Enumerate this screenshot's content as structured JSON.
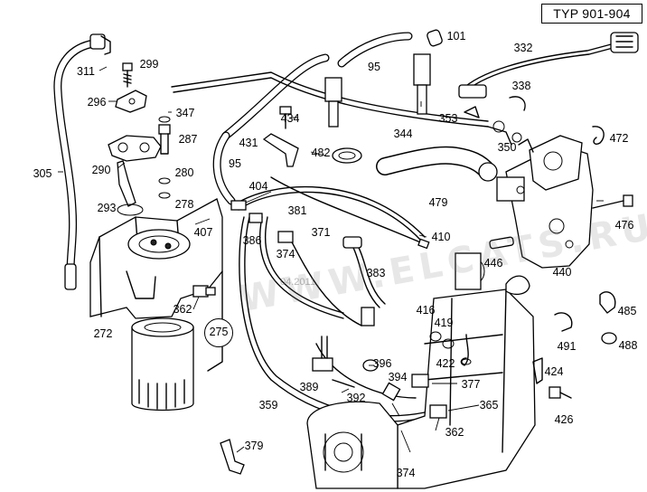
{
  "header": {
    "typ_label": "TYP 901-904"
  },
  "watermark": {
    "text": "WWW.ELCATS.RU",
    "date": "04.2011"
  },
  "callouts": [
    {
      "id": "311",
      "text": "311"
    },
    {
      "id": "299",
      "text": "299"
    },
    {
      "id": "296",
      "text": "296"
    },
    {
      "id": "347",
      "text": "347"
    },
    {
      "id": "287",
      "text": "287"
    },
    {
      "id": "290",
      "text": "290"
    },
    {
      "id": "305",
      "text": "305"
    },
    {
      "id": "280",
      "text": "280"
    },
    {
      "id": "278",
      "text": "278"
    },
    {
      "id": "293",
      "text": "293"
    },
    {
      "id": "407",
      "text": "407"
    },
    {
      "id": "272",
      "text": "272"
    },
    {
      "id": "362a",
      "text": "362"
    },
    {
      "id": "275",
      "text": "275"
    },
    {
      "id": "359",
      "text": "359"
    },
    {
      "id": "379",
      "text": "379"
    },
    {
      "id": "95a",
      "text": "95"
    },
    {
      "id": "95b",
      "text": "95"
    },
    {
      "id": "101",
      "text": "101"
    },
    {
      "id": "332",
      "text": "332"
    },
    {
      "id": "338",
      "text": "338"
    },
    {
      "id": "434",
      "text": "434"
    },
    {
      "id": "431",
      "text": "431"
    },
    {
      "id": "482",
      "text": "482"
    },
    {
      "id": "344",
      "text": "344"
    },
    {
      "id": "353",
      "text": "353"
    },
    {
      "id": "350",
      "text": "350"
    },
    {
      "id": "472",
      "text": "472"
    },
    {
      "id": "404",
      "text": "404"
    },
    {
      "id": "381",
      "text": "381"
    },
    {
      "id": "386",
      "text": "386"
    },
    {
      "id": "374a",
      "text": "374"
    },
    {
      "id": "371",
      "text": "371"
    },
    {
      "id": "479",
      "text": "479"
    },
    {
      "id": "410",
      "text": "410"
    },
    {
      "id": "476",
      "text": "476"
    },
    {
      "id": "383",
      "text": "383"
    },
    {
      "id": "446",
      "text": "446"
    },
    {
      "id": "440",
      "text": "440"
    },
    {
      "id": "416",
      "text": "416"
    },
    {
      "id": "419",
      "text": "419"
    },
    {
      "id": "422",
      "text": "422"
    },
    {
      "id": "396",
      "text": "396"
    },
    {
      "id": "394",
      "text": "394"
    },
    {
      "id": "377",
      "text": "377"
    },
    {
      "id": "365",
      "text": "365"
    },
    {
      "id": "389",
      "text": "389"
    },
    {
      "id": "392",
      "text": "392"
    },
    {
      "id": "362b",
      "text": "362"
    },
    {
      "id": "374b",
      "text": "374"
    },
    {
      "id": "424",
      "text": "424"
    },
    {
      "id": "426",
      "text": "426"
    },
    {
      "id": "485",
      "text": "485"
    },
    {
      "id": "491",
      "text": "491"
    },
    {
      "id": "488",
      "text": "488"
    }
  ]
}
